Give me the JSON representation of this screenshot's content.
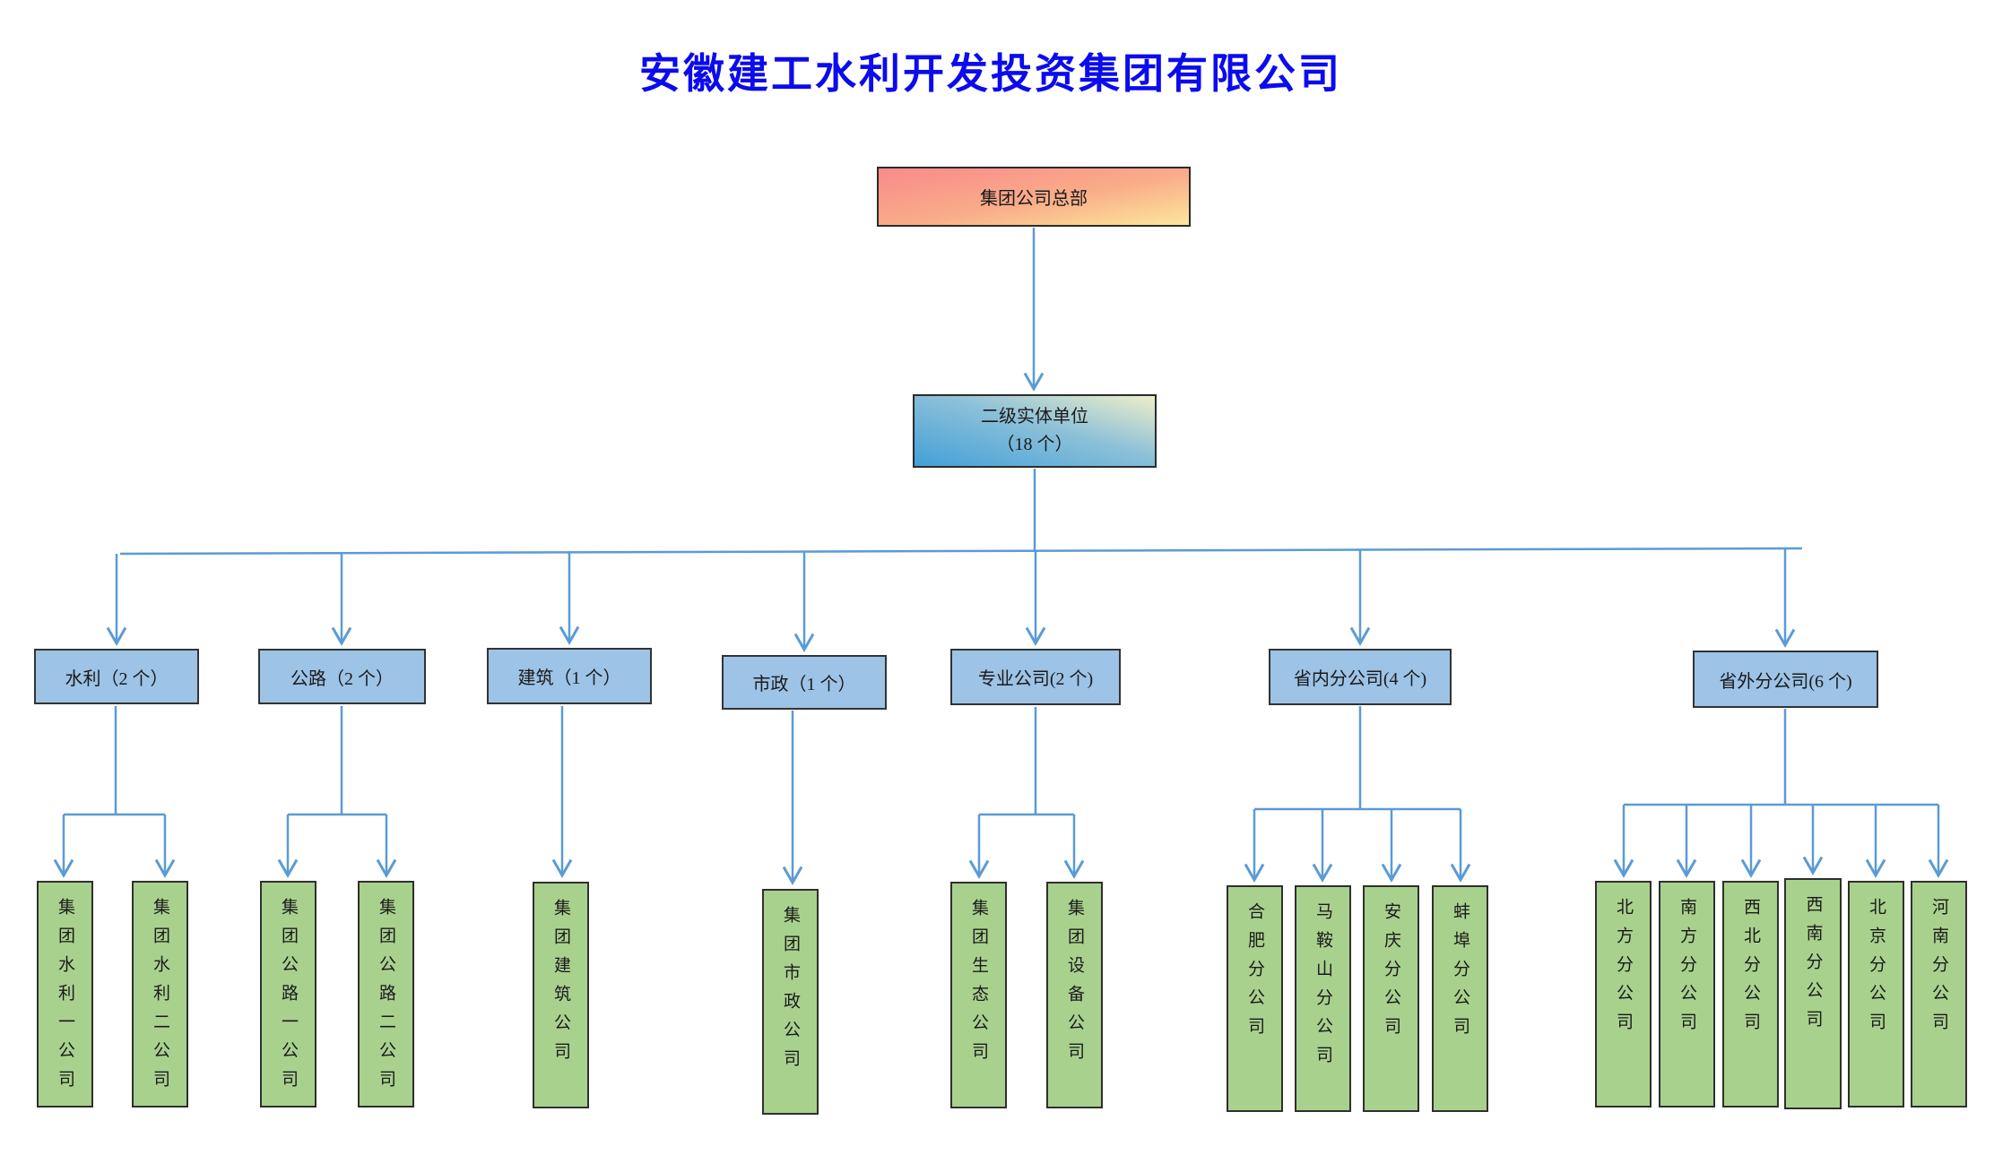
{
  "title": "安徽建工水利开发投资集团有限公司",
  "root": {
    "label": "集团公司总部"
  },
  "level2": {
    "line1": "二级实体单位",
    "line2": "（18 个）"
  },
  "branches": [
    {
      "label": "水利（2 个）",
      "children": [
        "集团水利一公司",
        "集团水利二公司"
      ]
    },
    {
      "label": "公路（2 个）",
      "children": [
        "集团公路一公司",
        "集团公路二公司"
      ]
    },
    {
      "label": "建筑（1 个）",
      "children": [
        "集团建筑公司"
      ]
    },
    {
      "label": "市政（1 个）",
      "children": [
        "集团市政公司"
      ]
    },
    {
      "label": "专业公司(2 个)",
      "children": [
        "集团生态公司",
        "集团设备公司"
      ]
    },
    {
      "label": "省内分公司(4 个)",
      "children": [
        "合肥分公司",
        "马鞍山分公司",
        "安庆分公司",
        "蚌埠分公司"
      ]
    },
    {
      "label": "省外分公司(6 个)",
      "children": [
        "北方分公司",
        "南方分公司",
        "西北分公司",
        "西南分公司",
        "北京分公司",
        "河南分公司"
      ]
    }
  ],
  "colors": {
    "title_text": "#0b0bee",
    "connector": "#5b9bd5",
    "root_gradient_start": "#f98a8a",
    "root_gradient_end": "#fde79b",
    "level2_gradient_start": "#43a0d9",
    "level2_gradient_end": "#edeec8",
    "branch_fill": "#9dc3e6",
    "leaf_fill": "#a9d18e"
  }
}
